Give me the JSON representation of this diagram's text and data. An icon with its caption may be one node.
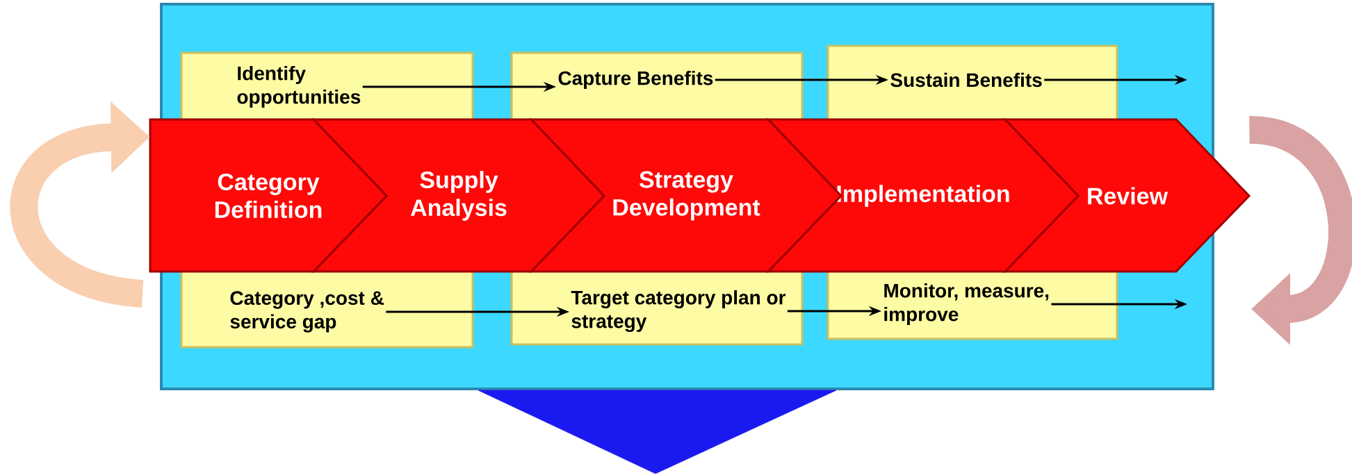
{
  "diagram": {
    "nodes": [
      {
        "text": [
          "Identify opportunities"
        ]
      },
      {
        "text": [
          "Capture Benefits"
        ]
      },
      {
        "text": [
          "Sustain Benefits"
        ]
      },
      {
        "text": [
          "Category Definition"
        ]
      },
      {
        "text": [
          "Supply Analysis"
        ]
      },
      {
        "text": [
          "Strategy Development"
        ]
      },
      {
        "text": [
          "Implementation"
        ]
      },
      {
        "text": [
          "Review"
        ]
      },
      {
        "text": [
          "Category ,cost & service gap"
        ]
      },
      {
        "text": [
          "Target category plan or strategy"
        ]
      },
      {
        "text": [
          "Monitor, measure, improve"
        ]
      }
    ],
    "edges": [
      {
        "from": 0,
        "to": 1,
        "arrow": "to"
      },
      {
        "from": 1,
        "to": 2,
        "arrow": "to"
      },
      {
        "from": 2,
        "to": null,
        "arrow": "to"
      },
      {
        "from": 8,
        "to": 9,
        "arrow": "to"
      },
      {
        "from": 9,
        "to": 10,
        "arrow": "to"
      },
      {
        "from": 10,
        "to": null,
        "arrow": "to"
      },
      {
        "from": null,
        "to": 3,
        "arrow": "to",
        "style": "thick",
        "color": "#f9cfb0"
      },
      {
        "from": 7,
        "to": null,
        "arrow": "to",
        "style": "thick",
        "color": "#d9a3a3"
      }
    ]
  }
}
